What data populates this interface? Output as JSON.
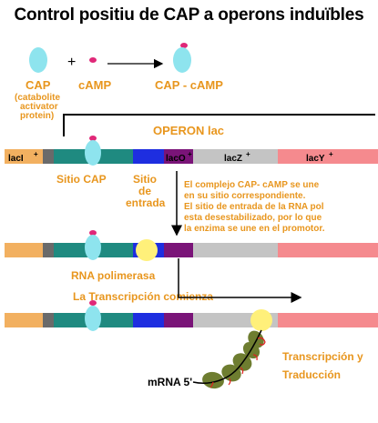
{
  "title": "Control positiu de CAP a operons induïbles",
  "legend": {
    "cap": "CAP",
    "cap_desc": [
      "(catabolite",
      "activator",
      "protein)"
    ],
    "plus": "+",
    "camp": "cAMP",
    "complex": "CAP - cAMP"
  },
  "operon_label": "OPERON lac",
  "genes": {
    "laci": "lacI",
    "laco": "lacO",
    "lacz": "lacZ",
    "lacy": "lacY",
    "plus_sign": "+"
  },
  "labels": {
    "sitio_cap": "Sitio CAP",
    "sitio_entrada": [
      "Sitio",
      "de",
      "entrada"
    ],
    "explanation": [
      "El complejo CAP- cAMP se une",
      "en su sitio correspondiente.",
      "El sitio de entrada de la RNA pol",
      "esta desestabilizado, por lo que",
      "la enzima se une en el promotor."
    ],
    "rna_pol": "RNA polimerasa",
    "transcription_starts": "La Transcripción comienza",
    "mrna": "mRNA 5'",
    "transcription_translation": [
      "Transcripción y",
      "Traducción"
    ]
  },
  "colors": {
    "laci": "#f2b060",
    "gray_dark": "#6a6a6a",
    "promoter": "#1f8a80",
    "entry_site": "#1e2ee0",
    "operator": "#7a1478",
    "lacz": "#c4c4c4",
    "lacy": "#f58a8e",
    "cap": "#8ee4ee",
    "camp": "#e02878",
    "rna_pol": "#fff07a",
    "label_orange": "#e8961e",
    "ribosome": "#6e7d30"
  }
}
